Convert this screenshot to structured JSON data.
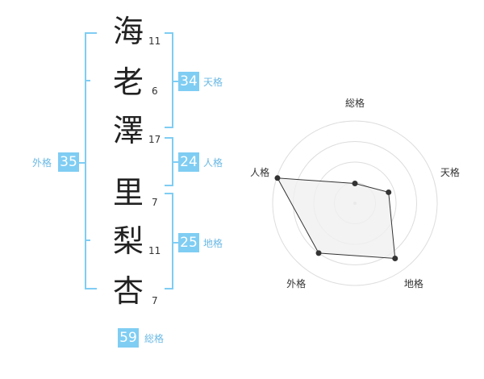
{
  "name_chars": [
    {
      "char": "海",
      "strokes": "11"
    },
    {
      "char": "老",
      "strokes": "6"
    },
    {
      "char": "澤",
      "strokes": "17"
    },
    {
      "char": "里",
      "strokes": "7"
    },
    {
      "char": "梨",
      "strokes": "11"
    },
    {
      "char": "杏",
      "strokes": "7"
    }
  ],
  "kakusu": {
    "tenkaku": {
      "value": "34",
      "label": "天格"
    },
    "jinkaku": {
      "value": "24",
      "label": "人格"
    },
    "chikaku": {
      "value": "25",
      "label": "地格"
    },
    "gaikaku": {
      "value": "35",
      "label": "外格"
    },
    "soukaku": {
      "value": "59",
      "label": "総格"
    }
  },
  "colors": {
    "accent": "#7fcdf3",
    "accent_text": "#6bb9e4",
    "radar_fill": "#f0f0f0",
    "radar_ring": "#dddddd"
  },
  "chart_data": {
    "type": "radar",
    "axes": [
      "総格",
      "天格",
      "地格",
      "外格",
      "人格"
    ],
    "values": [
      0.24,
      0.43,
      0.83,
      0.75,
      0.99
    ],
    "rings": 4,
    "max": 1
  }
}
